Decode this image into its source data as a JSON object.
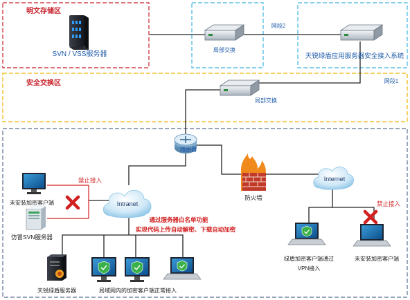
{
  "zones": {
    "plaintext_title": "明文存储区",
    "exchange_title": "安全交换区",
    "ciphertext_title": "密文存储区"
  },
  "labels": {
    "svn_server": "SVN / VSS服务器",
    "local_switch_1": "局部交换",
    "segment2": "网段2",
    "tianrui_gateway": "天锐绿盾应用服务器安全接入系统",
    "local_switch_2": "局部交换",
    "segment1": "网段1",
    "router": "路由器",
    "firewall": "防火墙",
    "internet": "Internet",
    "intranet": "Intranet",
    "no_access_1": "禁止接入",
    "no_access_2": "禁止接入",
    "unenc_client_left": "未安装加密客户端",
    "fake_svn": "仿冒SVN服务器",
    "whitelist_line1": "通过服务器白名单功能",
    "whitelist_line2": "实现代码上传自动解密、下载自动加密",
    "tianrui_server": "天锐绿盾服务器",
    "lan_clients": "局域网内的加密客户端正常接入",
    "vpn_client_line1": "绿盾加密客户端通过",
    "vpn_client_line2": "VPN接入",
    "unenc_client_right": "未安装加密客户端"
  },
  "colors": {
    "plaintext_border": "#c8202a",
    "exchange_border": "#f0b400",
    "segment_border": "#3fb4e0",
    "cipher_border": "#5a6f8f",
    "title_red": "#c8202a",
    "label_blue": "#1d5aa8",
    "line_black": "#222222",
    "line_red": "#d21f1f"
  }
}
